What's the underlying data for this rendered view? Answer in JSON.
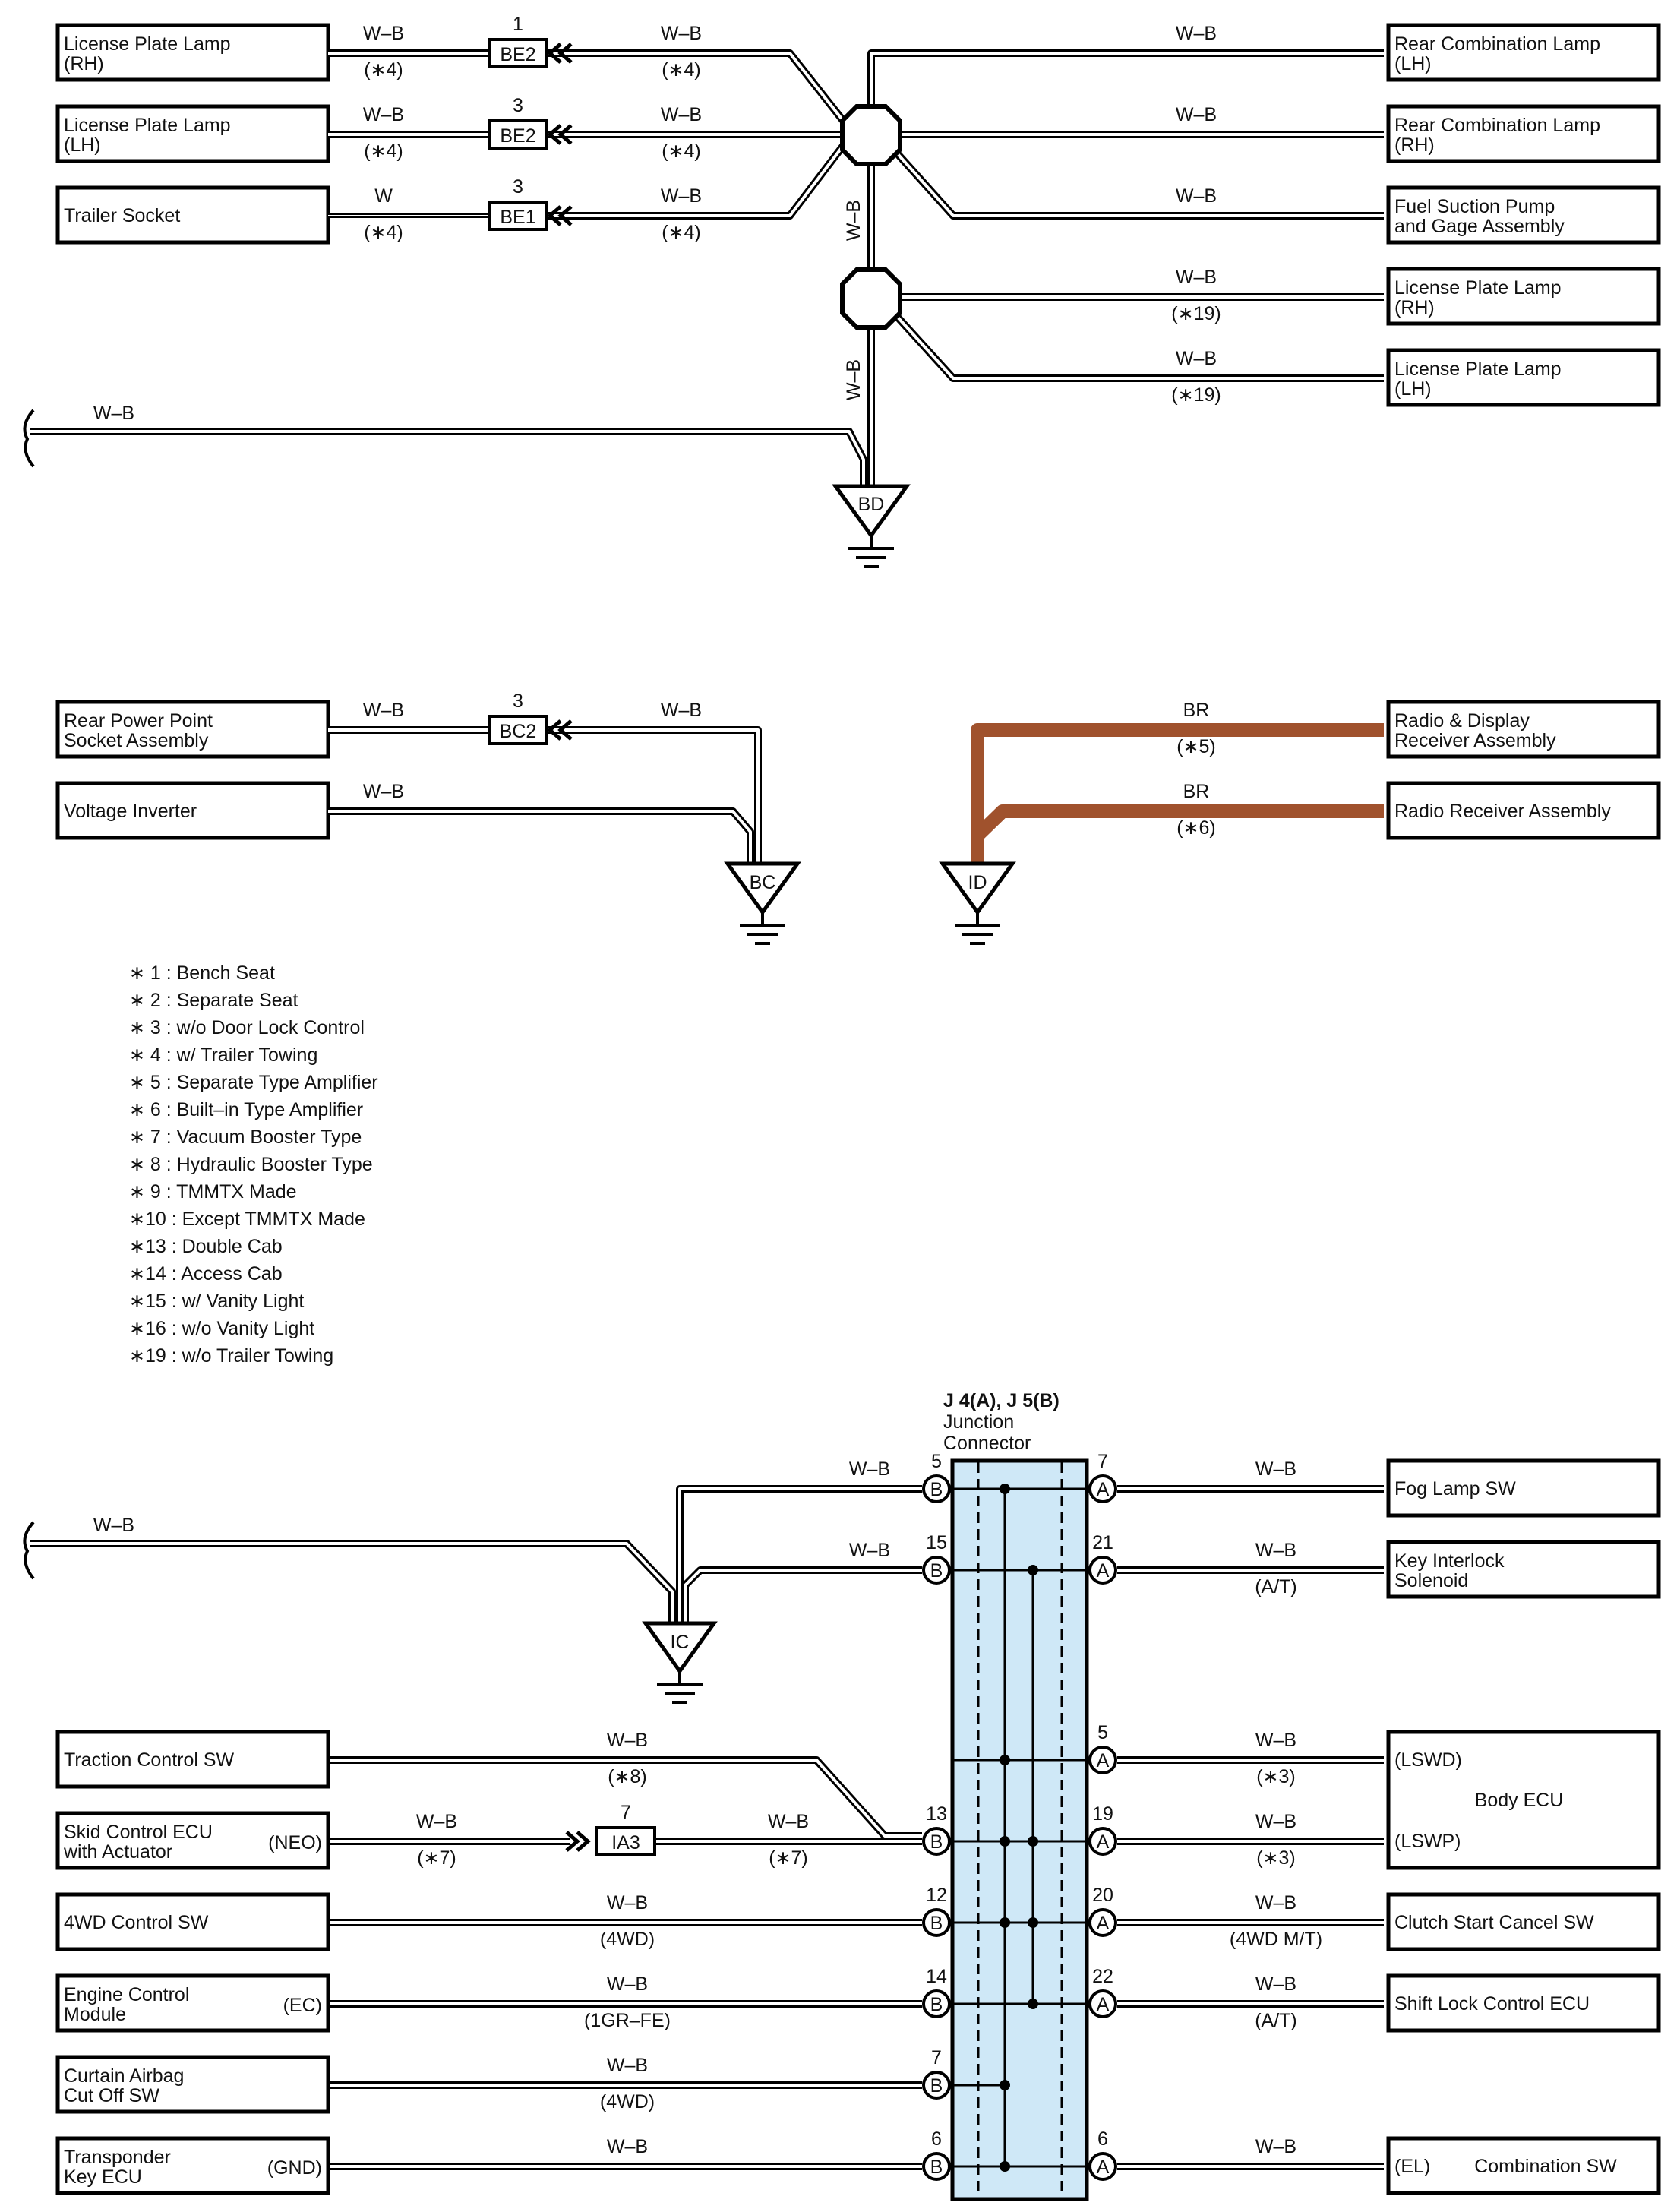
{
  "top": {
    "left_components": [
      {
        "id": "lpl-rh",
        "label": [
          "License Plate Lamp",
          "(RH)"
        ],
        "wire_left": "W–B",
        "note_left": "(∗4)",
        "conn": "BE2",
        "pin": "1",
        "wire_right": "W–B",
        "note_right": "(∗4)"
      },
      {
        "id": "lpl-lh",
        "label": [
          "License Plate Lamp",
          "(LH)"
        ],
        "wire_left": "W–B",
        "note_left": "(∗4)",
        "conn": "BE2",
        "pin": "3",
        "wire_right": "W–B",
        "note_right": "(∗4)"
      },
      {
        "id": "trailer",
        "label": [
          "Trailer Socket"
        ],
        "wire_left": "W",
        "note_left": "(∗4)",
        "conn": "BE1",
        "pin": "3",
        "wire_right": "W–B",
        "note_right": "(∗4)"
      }
    ],
    "right_components": [
      {
        "id": "rcl-lh",
        "label": [
          "Rear Combination Lamp",
          "(LH)"
        ],
        "wire": "W–B",
        "note": ""
      },
      {
        "id": "rcl-rh",
        "label": [
          "Rear Combination Lamp",
          "(RH)"
        ],
        "wire": "W–B",
        "note": ""
      },
      {
        "id": "fuel",
        "label": [
          "Fuel Suction Pump",
          "and Gage Assembly"
        ],
        "wire": "W–B",
        "note": ""
      },
      {
        "id": "lpl-rh2",
        "label": [
          "License Plate Lamp",
          "(RH)"
        ],
        "wire": "W–B",
        "note": "(∗19)"
      },
      {
        "id": "lpl-lh2",
        "label": [
          "License Plate Lamp",
          "(LH)"
        ],
        "wire": "W–B",
        "note": "(∗19)"
      }
    ],
    "vertical_wire_1": "W–B",
    "vertical_wire_2": "W–B",
    "left_wire": "W–B",
    "ground": "BD"
  },
  "middle": {
    "rear_power": {
      "label": [
        "Rear Power Point",
        "Socket Assembly"
      ],
      "wire_left": "W–B",
      "conn": "BC2",
      "pin": "3",
      "wire_right": "W–B"
    },
    "voltage_inverter": {
      "label": [
        "Voltage Inverter"
      ],
      "wire": "W–B"
    },
    "ground_bc": "BC",
    "radio_display": {
      "label": [
        "Radio & Display",
        "Receiver Assembly"
      ],
      "wire": "BR",
      "note": "(∗5)"
    },
    "radio_receiver": {
      "label": [
        "Radio Receiver Assembly"
      ],
      "wire": "BR",
      "note": "(∗6)"
    },
    "ground_id": "ID"
  },
  "legend": [
    "∗ 1 : Bench Seat",
    "∗ 2 : Separate Seat",
    "∗ 3 : w/o Door Lock Control",
    "∗ 4 : w/ Trailer Towing",
    "∗ 5 : Separate Type Amplifier",
    "∗ 6 : Built–in Type Amplifier",
    "∗ 7 : Vacuum Booster Type",
    "∗ 8 : Hydraulic Booster Type",
    "∗ 9 : TMMTX Made",
    "∗10 : Except TMMTX Made",
    "∗13 : Double Cab",
    "∗14 : Access Cab",
    "∗15 : w/ Vanity Light",
    "∗16 : w/o Vanity Light",
    "∗19 : w/o Trailer Towing"
  ],
  "bottom": {
    "junction_title": "J 4(A), J 5(B)",
    "junction_sub1": "Junction",
    "junction_sub2": "Connector",
    "ground_ic": "IC",
    "left_wire": "W–B",
    "ic_wires": [
      {
        "wire": "W–B",
        "pin": "5",
        "side": "B"
      },
      {
        "wire": "W–B",
        "pin": "15",
        "side": "B"
      }
    ],
    "left_components": [
      {
        "label": [
          "Traction Control SW"
        ],
        "tag": "",
        "wire": "W–B",
        "note": "(∗8)",
        "pin": "13",
        "side": "B"
      },
      {
        "label": [
          "Skid Control ECU",
          "with Actuator"
        ],
        "tag": "(NEO)",
        "wire": "W–B",
        "note": "(∗7)",
        "conn": "IA3",
        "conn_pin": "7",
        "wire2": "W–B",
        "note2": "(∗7)"
      },
      {
        "label": [
          "4WD Control SW"
        ],
        "tag": "",
        "wire": "W–B",
        "note": "(4WD)",
        "pin": "12",
        "side": "B"
      },
      {
        "label": [
          "Engine Control",
          "Module"
        ],
        "tag": "(EC)",
        "wire": "W–B",
        "note": "(1GR–FE)",
        "pin": "14",
        "side": "B"
      },
      {
        "label": [
          "Curtain Airbag",
          "Cut Off SW"
        ],
        "tag": "",
        "wire": "W–B",
        "note": "(4WD)",
        "pin": "7",
        "side": "B"
      },
      {
        "label": [
          "Transponder",
          "Key ECU"
        ],
        "tag": "(GND)",
        "wire": "W–B",
        "note": "",
        "pin": "6",
        "side": "B"
      }
    ],
    "right_components": [
      {
        "label": [
          "Fog Lamp SW"
        ],
        "wire": "W–B",
        "note": "",
        "pin": "7",
        "side": "A"
      },
      {
        "label": [
          "Key Interlock",
          "Solenoid"
        ],
        "wire": "W–B",
        "note": "(A/T)",
        "pin": "21",
        "side": "A"
      },
      {
        "label": [
          "(LSWD)"
        ],
        "wire": "W–B",
        "note": "(∗3)",
        "pin": "5",
        "side": "A"
      },
      {
        "label": [
          "(LSWP)"
        ],
        "wire": "W–B",
        "note": "(∗3)",
        "pin": "19",
        "side": "A"
      },
      {
        "label": [
          "Clutch Start Cancel SW"
        ],
        "wire": "W–B",
        "note": "(4WD M/T)",
        "pin": "20",
        "side": "A"
      },
      {
        "label": [
          "Shift Lock Control ECU"
        ],
        "wire": "W–B",
        "note": "(A/T)",
        "pin": "22",
        "side": "A"
      },
      {
        "label": [
          "(EL)"
        ],
        "wire": "W–B",
        "note": "",
        "pin": "6",
        "side": "A"
      }
    ],
    "body_ecu": "Body ECU",
    "combination_sw": "Combination SW"
  },
  "colors": {
    "br_wire": "#a0522d",
    "junction_fill": "#cfe8f7"
  }
}
